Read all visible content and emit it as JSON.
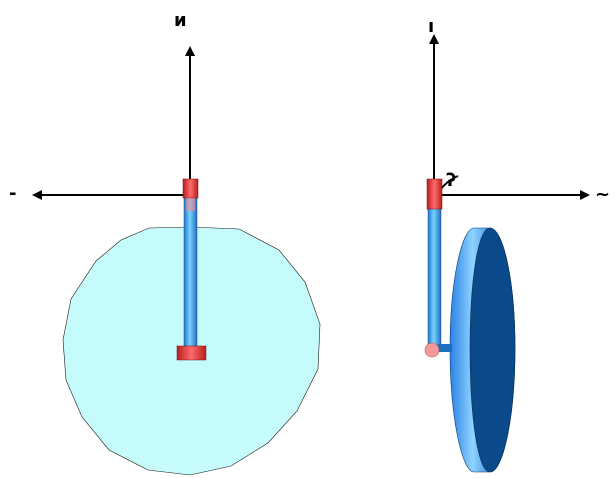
{
  "colors": {
    "background": "#ffffff",
    "axis": "#000000",
    "disk_face": "#c6fbfb",
    "disk_rim_light": "#4fb4ff",
    "disk_rim_dark": "#0a4a8a",
    "rod": "#3aa9f0",
    "joint": "#e03c3c",
    "pivot": "#f29a9a"
  },
  "views": [
    {
      "name": "front",
      "axis_labels": {
        "up": "и",
        "left": "-"
      },
      "icons": [
        "arrow-up-icon",
        "arrow-left-icon"
      ]
    },
    {
      "name": "side",
      "axis_labels": {
        "up": "ı",
        "right": "~",
        "angle": "ʔ"
      },
      "icons": [
        "arrow-up-icon",
        "arrow-right-icon",
        "angle-arrow-icon"
      ]
    }
  ]
}
